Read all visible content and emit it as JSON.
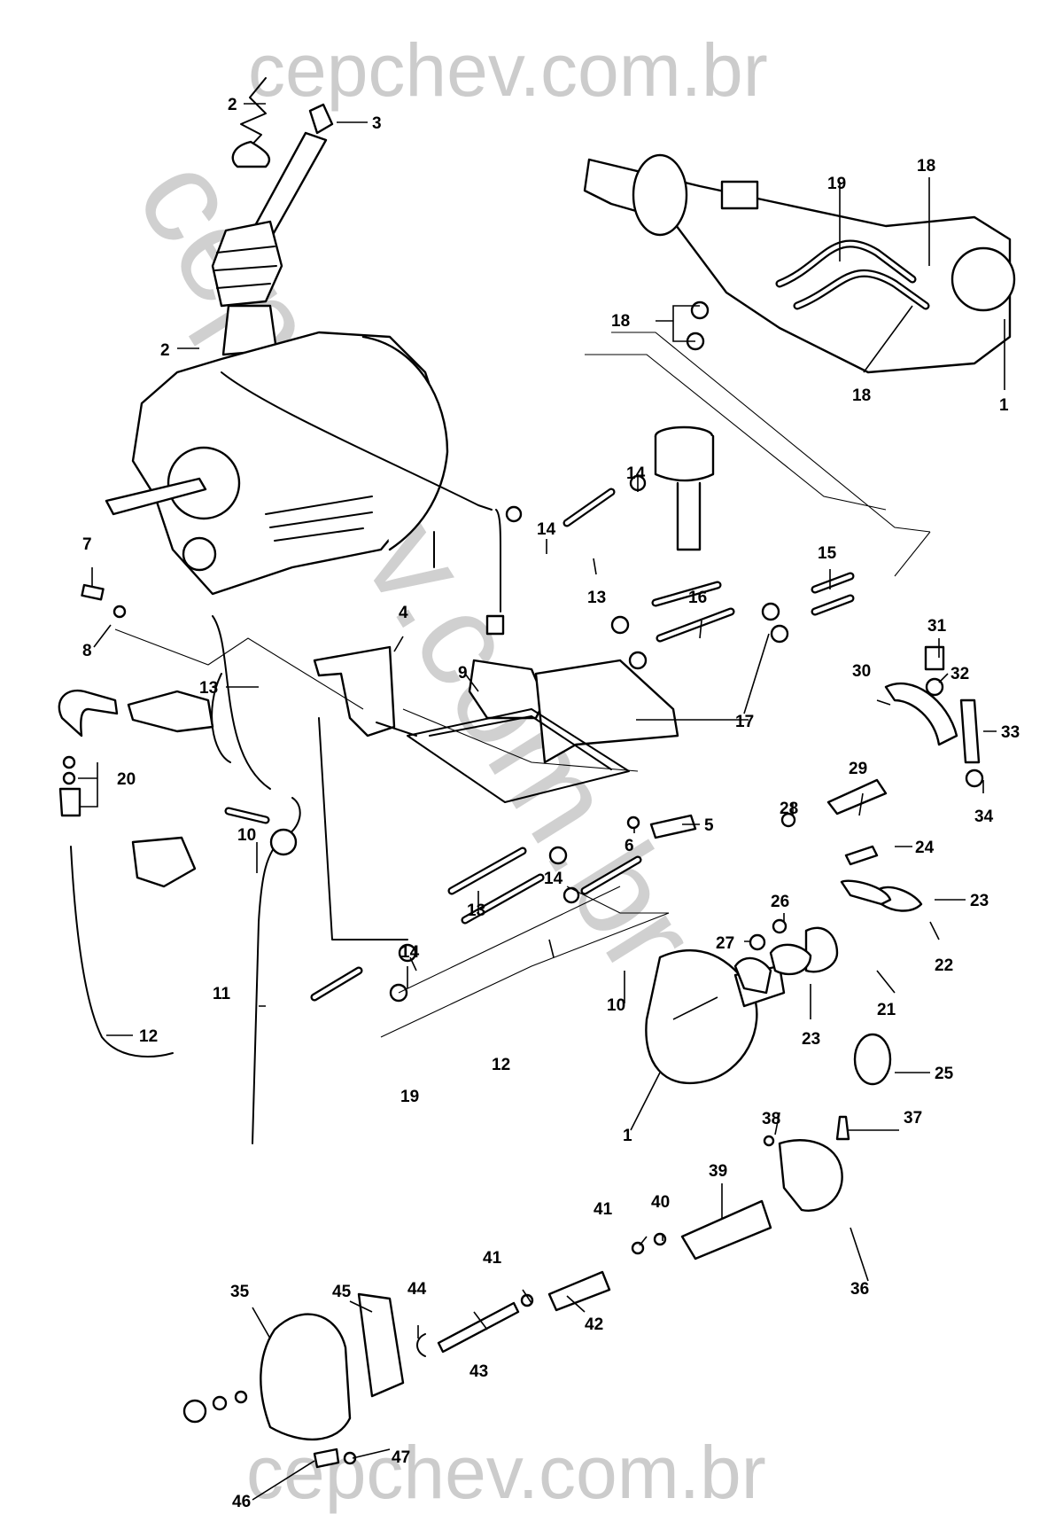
{
  "diagram": {
    "type": "exploded-parts-diagram",
    "watermark": {
      "top_text": "cepchev.com.br",
      "bottom_text": "cepchev.com.br",
      "diagonal_text": "cepchev.com.br"
    },
    "callouts": [
      {
        "id": "c2a",
        "label": "2"
      },
      {
        "id": "c3",
        "label": "3"
      },
      {
        "id": "c2b",
        "label": "2"
      },
      {
        "id": "c19a",
        "label": "19"
      },
      {
        "id": "c18a",
        "label": "18"
      },
      {
        "id": "c18b",
        "label": "18"
      },
      {
        "id": "c18c",
        "label": "18"
      },
      {
        "id": "c1a",
        "label": "1"
      },
      {
        "id": "c7",
        "label": "7"
      },
      {
        "id": "c8",
        "label": "8"
      },
      {
        "id": "c4",
        "label": "4"
      },
      {
        "id": "c13a",
        "label": "13"
      },
      {
        "id": "c9",
        "label": "9"
      },
      {
        "id": "c14a",
        "label": "14"
      },
      {
        "id": "c14b",
        "label": "14"
      },
      {
        "id": "c13b",
        "label": "13"
      },
      {
        "id": "c15",
        "label": "15"
      },
      {
        "id": "c16",
        "label": "16"
      },
      {
        "id": "c17",
        "label": "17"
      },
      {
        "id": "c31",
        "label": "31"
      },
      {
        "id": "c30",
        "label": "30"
      },
      {
        "id": "c32",
        "label": "32"
      },
      {
        "id": "c33",
        "label": "33"
      },
      {
        "id": "c34",
        "label": "34"
      },
      {
        "id": "c29",
        "label": "29"
      },
      {
        "id": "c28",
        "label": "28"
      },
      {
        "id": "c24",
        "label": "24"
      },
      {
        "id": "c23a",
        "label": "23"
      },
      {
        "id": "c22",
        "label": "22"
      },
      {
        "id": "c26",
        "label": "26"
      },
      {
        "id": "c27",
        "label": "27"
      },
      {
        "id": "c21",
        "label": "21"
      },
      {
        "id": "c23b",
        "label": "23"
      },
      {
        "id": "c25",
        "label": "25"
      },
      {
        "id": "c5",
        "label": "5"
      },
      {
        "id": "c6",
        "label": "6"
      },
      {
        "id": "c20",
        "label": "20"
      },
      {
        "id": "c10a",
        "label": "10"
      },
      {
        "id": "c11",
        "label": "11"
      },
      {
        "id": "c12a",
        "label": "12"
      },
      {
        "id": "c14c",
        "label": "14"
      },
      {
        "id": "c13c",
        "label": "13"
      },
      {
        "id": "c14d",
        "label": "14"
      },
      {
        "id": "c12b",
        "label": "12"
      },
      {
        "id": "c10b",
        "label": "10"
      },
      {
        "id": "c19b",
        "label": "19"
      },
      {
        "id": "c1b",
        "label": "1"
      },
      {
        "id": "c38",
        "label": "38"
      },
      {
        "id": "c37",
        "label": "37"
      },
      {
        "id": "c39",
        "label": "39"
      },
      {
        "id": "c36",
        "label": "36"
      },
      {
        "id": "c41a",
        "label": "41"
      },
      {
        "id": "c40",
        "label": "40"
      },
      {
        "id": "c41b",
        "label": "41"
      },
      {
        "id": "c42",
        "label": "42"
      },
      {
        "id": "c43",
        "label": "43"
      },
      {
        "id": "c44",
        "label": "44"
      },
      {
        "id": "c45",
        "label": "45"
      },
      {
        "id": "c35",
        "label": "35"
      },
      {
        "id": "c46",
        "label": "46"
      },
      {
        "id": "c47",
        "label": "47"
      }
    ]
  }
}
